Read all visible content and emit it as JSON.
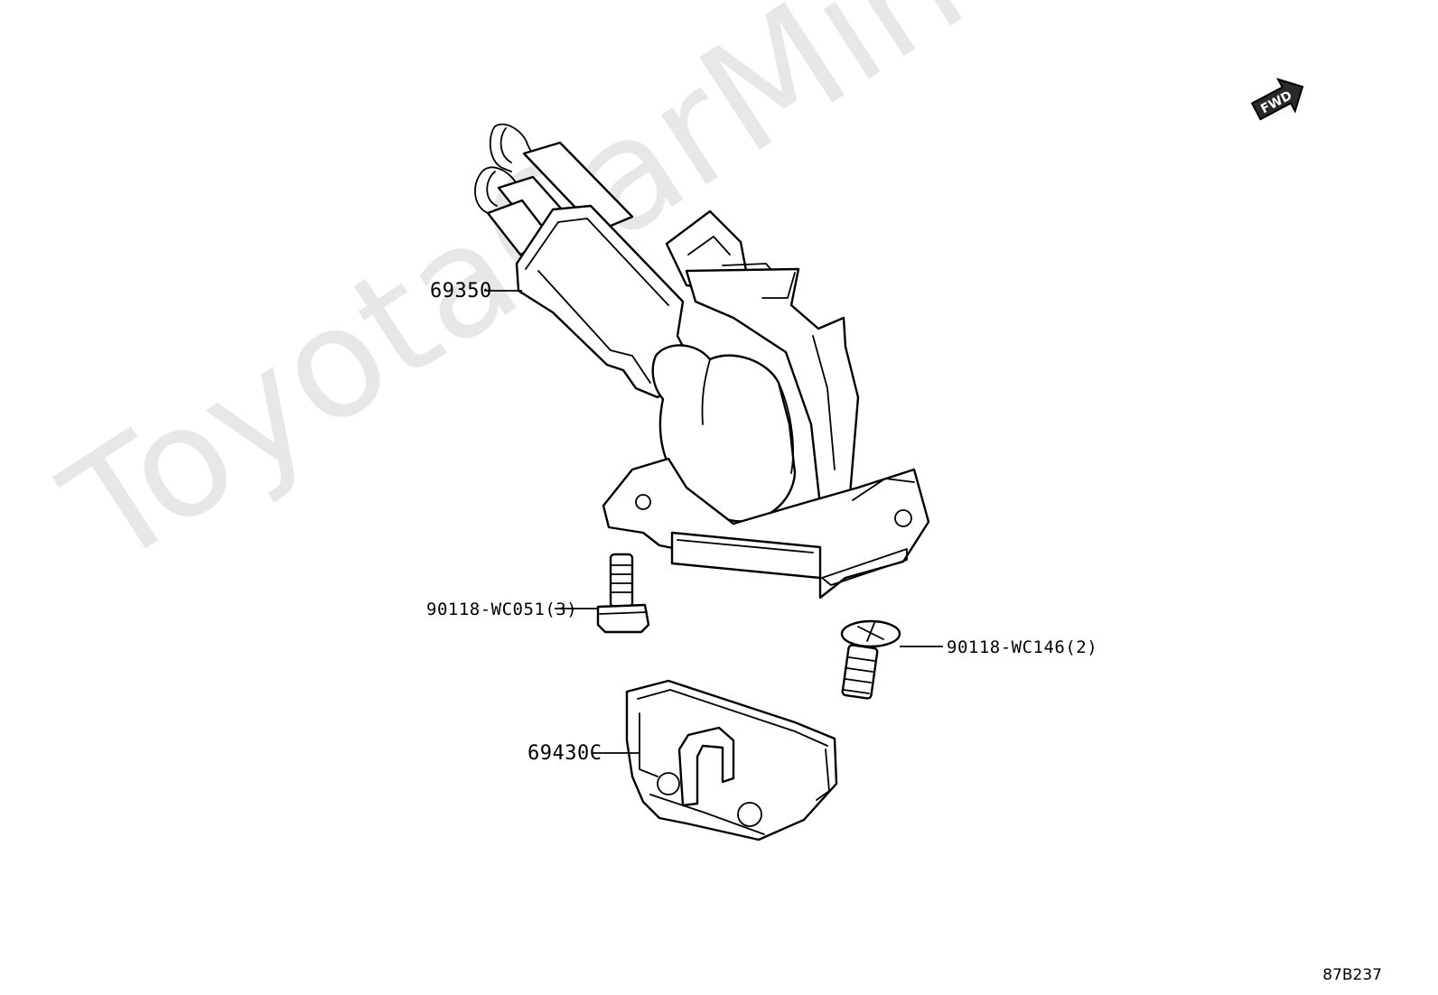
{
  "callouts": {
    "part_69350": "69350",
    "part_90118_wc051": "90118-WC051(3)",
    "part_90118_wc146": "90118-WC146(2)",
    "part_69430c": "69430C"
  },
  "fwd_label": "FWD",
  "ref_code": "87B237",
  "watermark": "ToyotaCarMine.ru",
  "colors": {
    "line": "#000000",
    "background": "#ffffff"
  }
}
